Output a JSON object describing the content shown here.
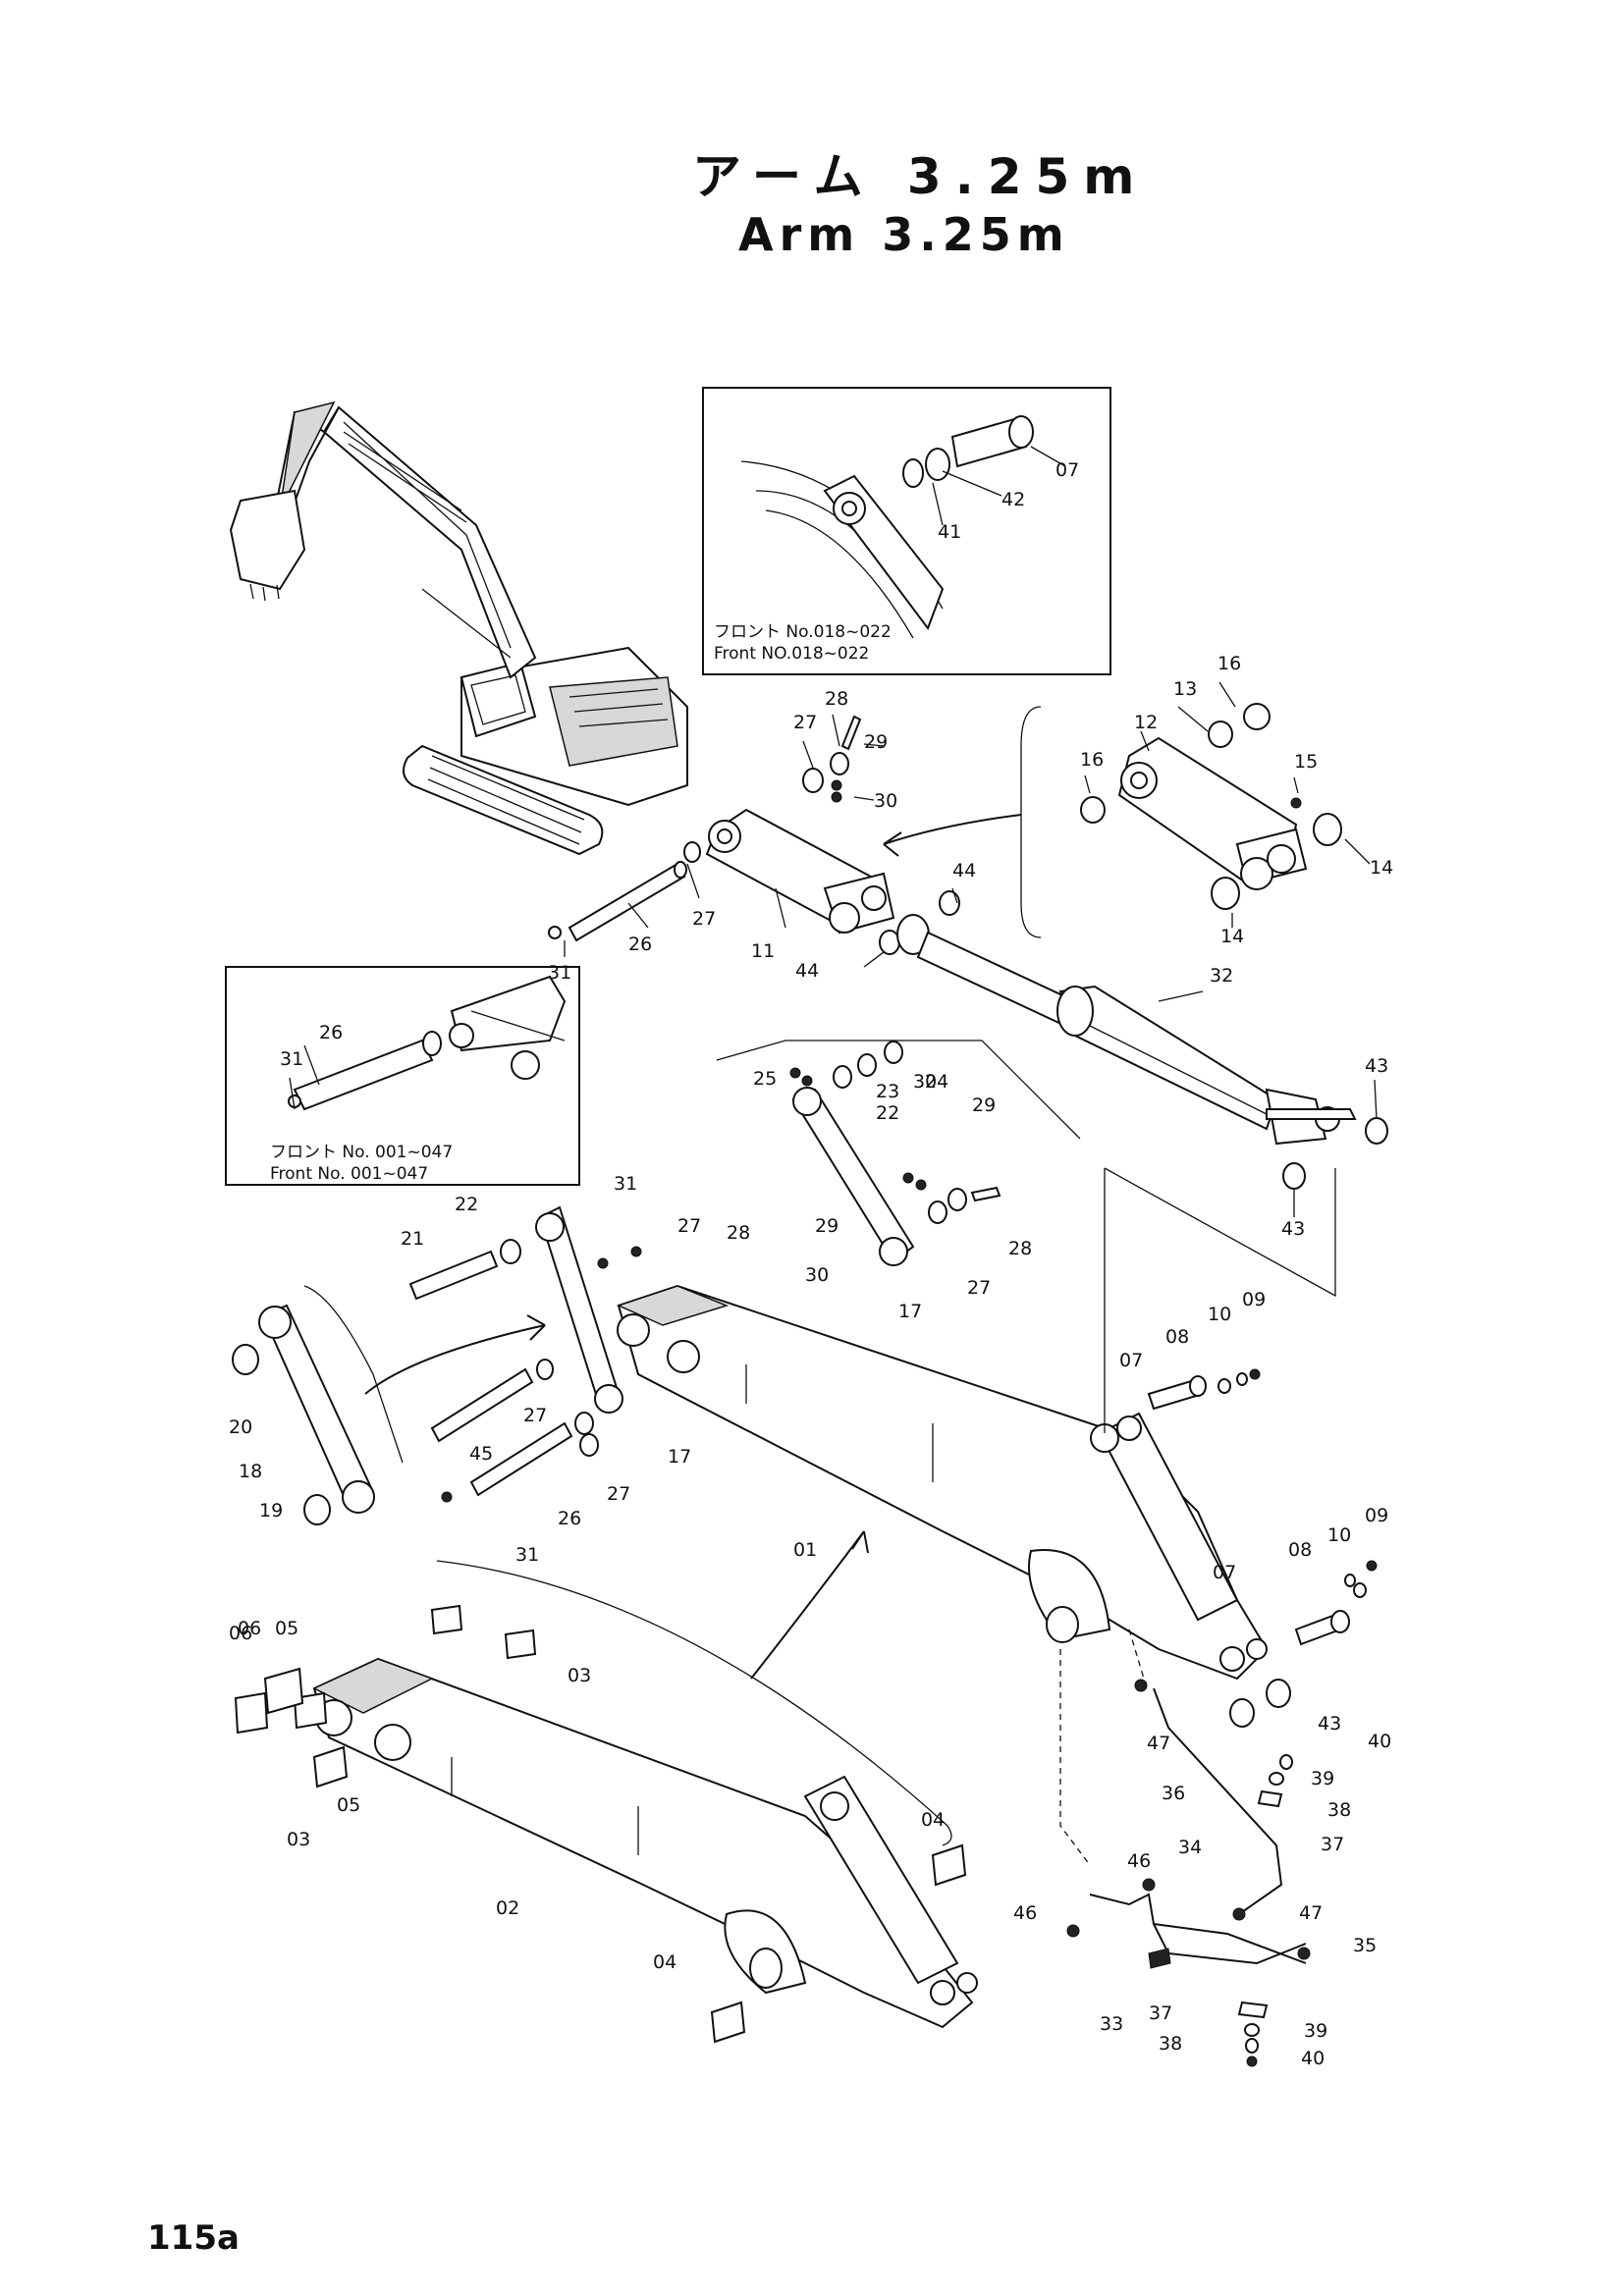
{
  "title": {
    "jp": "アーム 3.25m",
    "en": "Arm 3.25m"
  },
  "page_number": "115a",
  "insets": [
    {
      "name": "inset-front-018-022",
      "note_jp": "フロント No.018~022",
      "note_en": "Front NO.018~022"
    },
    {
      "name": "inset-front-001-047",
      "note_jp": "フロント No. 001~047",
      "note_en": "Front No. 001~047"
    }
  ],
  "callouts": [
    {
      "label": "07"
    },
    {
      "label": "42"
    },
    {
      "label": "41"
    },
    {
      "label": "16"
    },
    {
      "label": "13"
    },
    {
      "label": "12"
    },
    {
      "label": "16"
    },
    {
      "label": "15"
    },
    {
      "label": "14"
    },
    {
      "label": "14"
    },
    {
      "label": "28"
    },
    {
      "label": "27"
    },
    {
      "label": "29"
    },
    {
      "label": "30"
    },
    {
      "label": "44"
    },
    {
      "label": "44"
    },
    {
      "label": "27"
    },
    {
      "label": "26"
    },
    {
      "label": "31"
    },
    {
      "label": "11"
    },
    {
      "label": "32"
    },
    {
      "label": "43"
    },
    {
      "label": "43"
    },
    {
      "label": "26"
    },
    {
      "label": "31"
    },
    {
      "label": "25"
    },
    {
      "label": "23"
    },
    {
      "label": "24"
    },
    {
      "label": "22"
    },
    {
      "label": "30"
    },
    {
      "label": "29"
    },
    {
      "label": "28"
    },
    {
      "label": "27"
    },
    {
      "label": "17"
    },
    {
      "label": "31"
    },
    {
      "label": "22"
    },
    {
      "label": "21"
    },
    {
      "label": "28"
    },
    {
      "label": "27"
    },
    {
      "label": "29"
    },
    {
      "label": "30"
    },
    {
      "label": "20"
    },
    {
      "label": "18"
    },
    {
      "label": "19"
    },
    {
      "label": "45"
    },
    {
      "label": "27"
    },
    {
      "label": "27"
    },
    {
      "label": "17"
    },
    {
      "label": "26"
    },
    {
      "label": "31"
    },
    {
      "label": "01"
    },
    {
      "label": "07"
    },
    {
      "label": "08"
    },
    {
      "label": "10"
    },
    {
      "label": "09"
    },
    {
      "label": "07"
    },
    {
      "label": "08"
    },
    {
      "label": "10"
    },
    {
      "label": "09"
    },
    {
      "label": "43"
    },
    {
      "label": "40"
    },
    {
      "label": "39"
    },
    {
      "label": "38"
    },
    {
      "label": "37"
    },
    {
      "label": "47"
    },
    {
      "label": "36"
    },
    {
      "label": "06"
    },
    {
      "label": "06"
    },
    {
      "label": "05"
    },
    {
      "label": "03"
    },
    {
      "label": "05"
    },
    {
      "label": "03"
    },
    {
      "label": "02"
    },
    {
      "label": "04"
    },
    {
      "label": "04"
    },
    {
      "label": "46"
    },
    {
      "label": "34"
    },
    {
      "label": "46"
    },
    {
      "label": "47"
    },
    {
      "label": "35"
    },
    {
      "label": "33"
    },
    {
      "label": "37"
    },
    {
      "label": "39"
    },
    {
      "label": "38"
    },
    {
      "label": "40"
    }
  ]
}
